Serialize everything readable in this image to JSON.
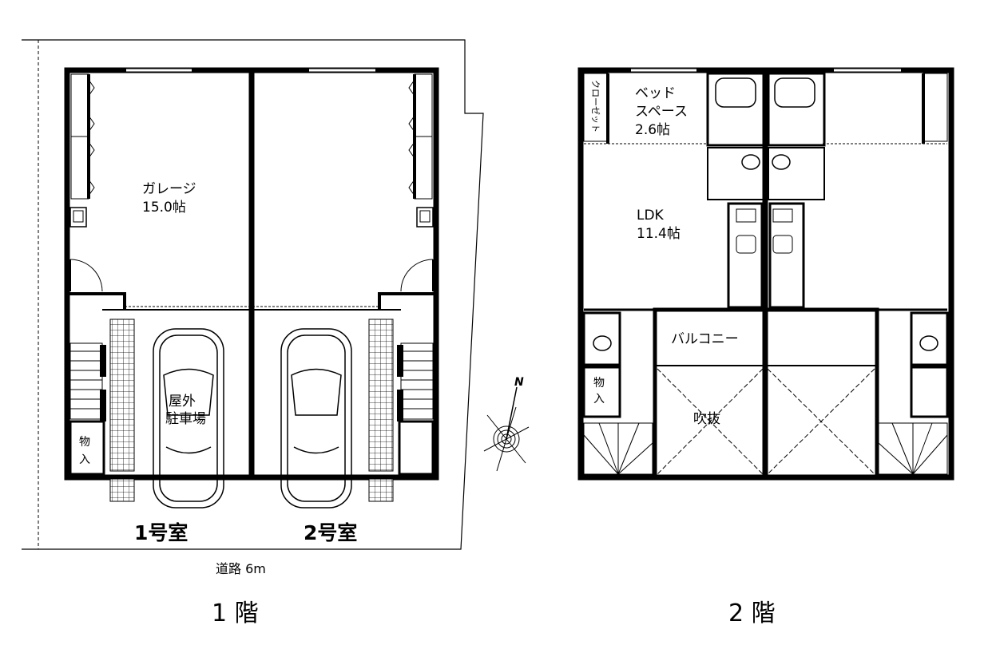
{
  "floor1": {
    "garage_name": "ガレージ",
    "garage_area": "15.0帖",
    "parking_line1": "屋外",
    "parking_line2": "駐車場",
    "storage_line1": "物",
    "storage_line2": "入",
    "unit1": "1号室",
    "unit2": "2号室",
    "road": "道路 6m",
    "floor_title": "1 階"
  },
  "floor2": {
    "closet_label": "クローゼット",
    "bed_line1": "ベッド",
    "bed_line2": "スペース",
    "bed_area": "2.6帖",
    "ldk_name": "LDK",
    "ldk_area": "11.4帖",
    "balcony": "バルコニー",
    "void": "吹抜",
    "storage_line1": "物",
    "storage_line2": "入",
    "floor_title": "2 階"
  },
  "compass": {
    "north": "N"
  }
}
